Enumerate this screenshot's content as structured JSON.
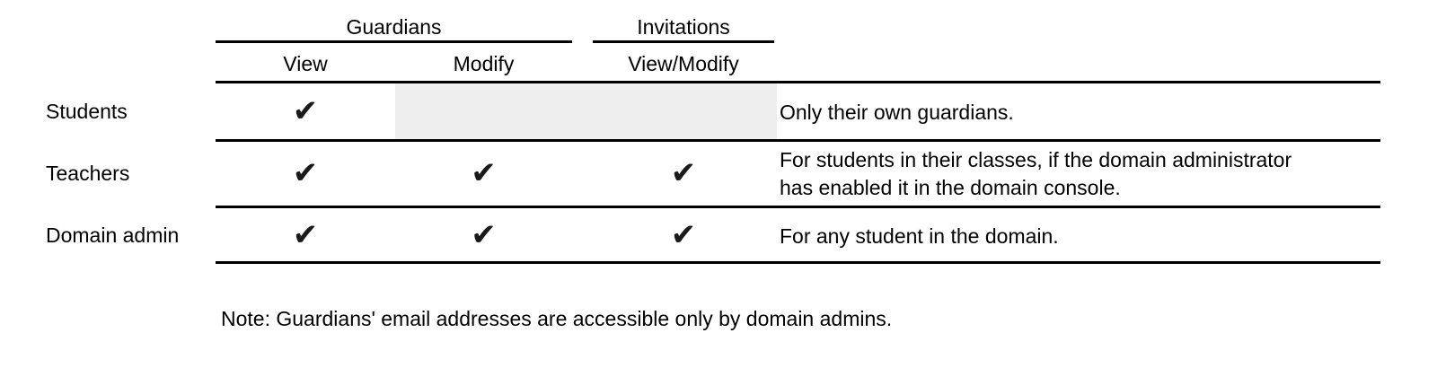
{
  "table": {
    "column_groups": [
      {
        "label": "Guardians",
        "spans": [
          "View",
          "Modify"
        ]
      },
      {
        "label": "Invitations",
        "spans": [
          "View/Modify"
        ]
      }
    ],
    "sub_headers": {
      "guardians_view": "View",
      "guardians_modify": "Modify",
      "invitations_view_modify": "View/Modify"
    },
    "group_headers": {
      "guardians": "Guardians",
      "invitations": "Invitations"
    },
    "check_glyph": "✔",
    "rows": [
      {
        "label": "Students",
        "guardians_view": "✔",
        "guardians_modify": "",
        "invitations_view_modify": "",
        "note": "Only their own guardians.",
        "note_line_1": "Only their own guardians.",
        "note_line_2": "",
        "shaded": true
      },
      {
        "label": "Teachers",
        "guardians_view": "✔",
        "guardians_modify": "✔",
        "invitations_view_modify": "✔",
        "note": "For students in their classes, if the domain administrator has enabled it in the domain console.",
        "note_line_1": "For students in their classes, if the domain administrator",
        "note_line_2": "has enabled it in the domain console.",
        "shaded": false
      },
      {
        "label": "Domain admin",
        "guardians_view": "✔",
        "guardians_modify": "✔",
        "invitations_view_modify": "✔",
        "note": "For any student in the domain.",
        "note_line_1": "For any student in the domain.",
        "note_line_2": "",
        "shaded": false
      }
    ]
  },
  "footnote": {
    "text": "Note: Guardians' email addresses are accessible only by domain admins."
  },
  "colors": {
    "rule": "#000000",
    "shade": "#eeeeee",
    "text": "#000000",
    "background": "#ffffff"
  }
}
